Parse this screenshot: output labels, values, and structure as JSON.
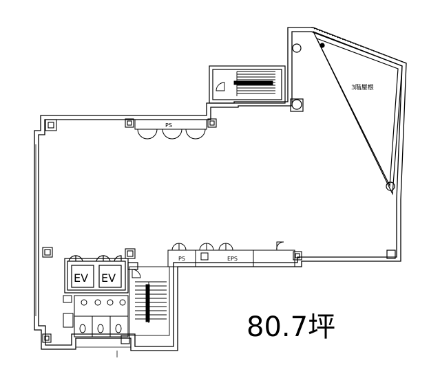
{
  "floor_plan": {
    "roof_label": "3階屋根",
    "ps_top_label": "PS",
    "ps_bottom_label": "PS",
    "eps_label": "EPS",
    "ev_left_label": "EV",
    "ev_right_label": "EV",
    "area_label": "80.7坪"
  },
  "colors": {
    "line": "#000000",
    "background": "#ffffff"
  }
}
